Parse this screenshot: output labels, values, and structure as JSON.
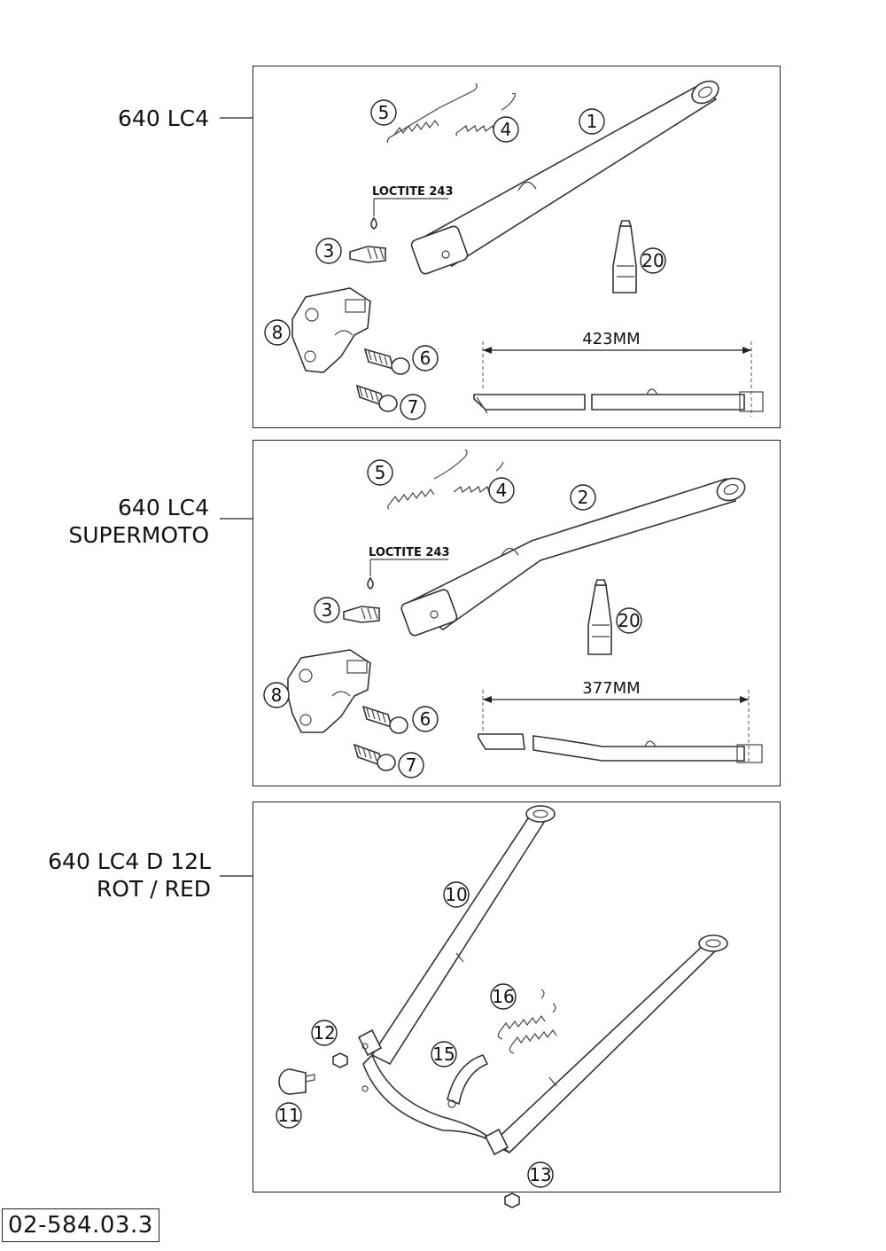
{
  "sections": [
    {
      "label_lines": [
        "640 LC4"
      ],
      "loctite": "LOCTITE 243",
      "dimension": "423MM",
      "callouts": [
        "5",
        "4",
        "1",
        "3",
        "20",
        "8",
        "6",
        "7"
      ]
    },
    {
      "label_lines": [
        "640 LC4",
        "SUPERMOTO"
      ],
      "loctite": "LOCTITE 243",
      "dimension": "377MM",
      "callouts": [
        "5",
        "4",
        "2",
        "3",
        "20",
        "8",
        "6",
        "7"
      ]
    },
    {
      "label_lines": [
        "640 LC4 D 12L",
        "ROT / RED"
      ],
      "callouts": [
        "10",
        "16",
        "12",
        "15",
        "11",
        "13"
      ]
    }
  ],
  "document_number": "02-584.03.3",
  "colors": {
    "line": "#222222",
    "background": "#ffffff"
  }
}
